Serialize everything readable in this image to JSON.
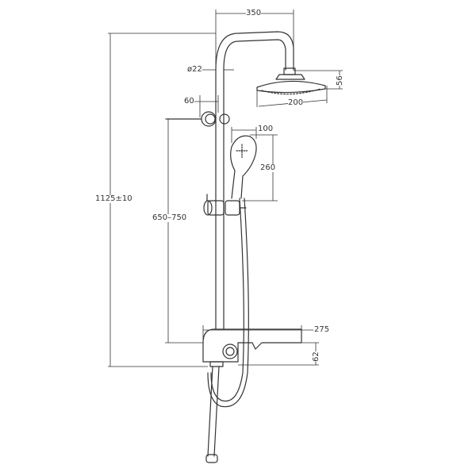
{
  "diagram": {
    "title": "Shower system dimension drawing",
    "units": "mm",
    "line_color": "#333333",
    "dimensions": {
      "arm_reach": "350",
      "pipe_diameter": "ø22",
      "overhead_head_height": "56",
      "overhead_head_width": "200",
      "wall_bracket_offset": "60",
      "hand_shower_width": "100",
      "hand_shower_length": "260",
      "total_height": "1125±10",
      "slider_range": "650–750",
      "shelf_depth": "275",
      "mixer_height": "62"
    },
    "components": [
      "overhead-shower-head",
      "shower-arm",
      "riser-rail",
      "wall-bracket",
      "hand-shower",
      "slide-holder",
      "thermostatic-mixer-shelf",
      "shower-hose"
    ]
  }
}
